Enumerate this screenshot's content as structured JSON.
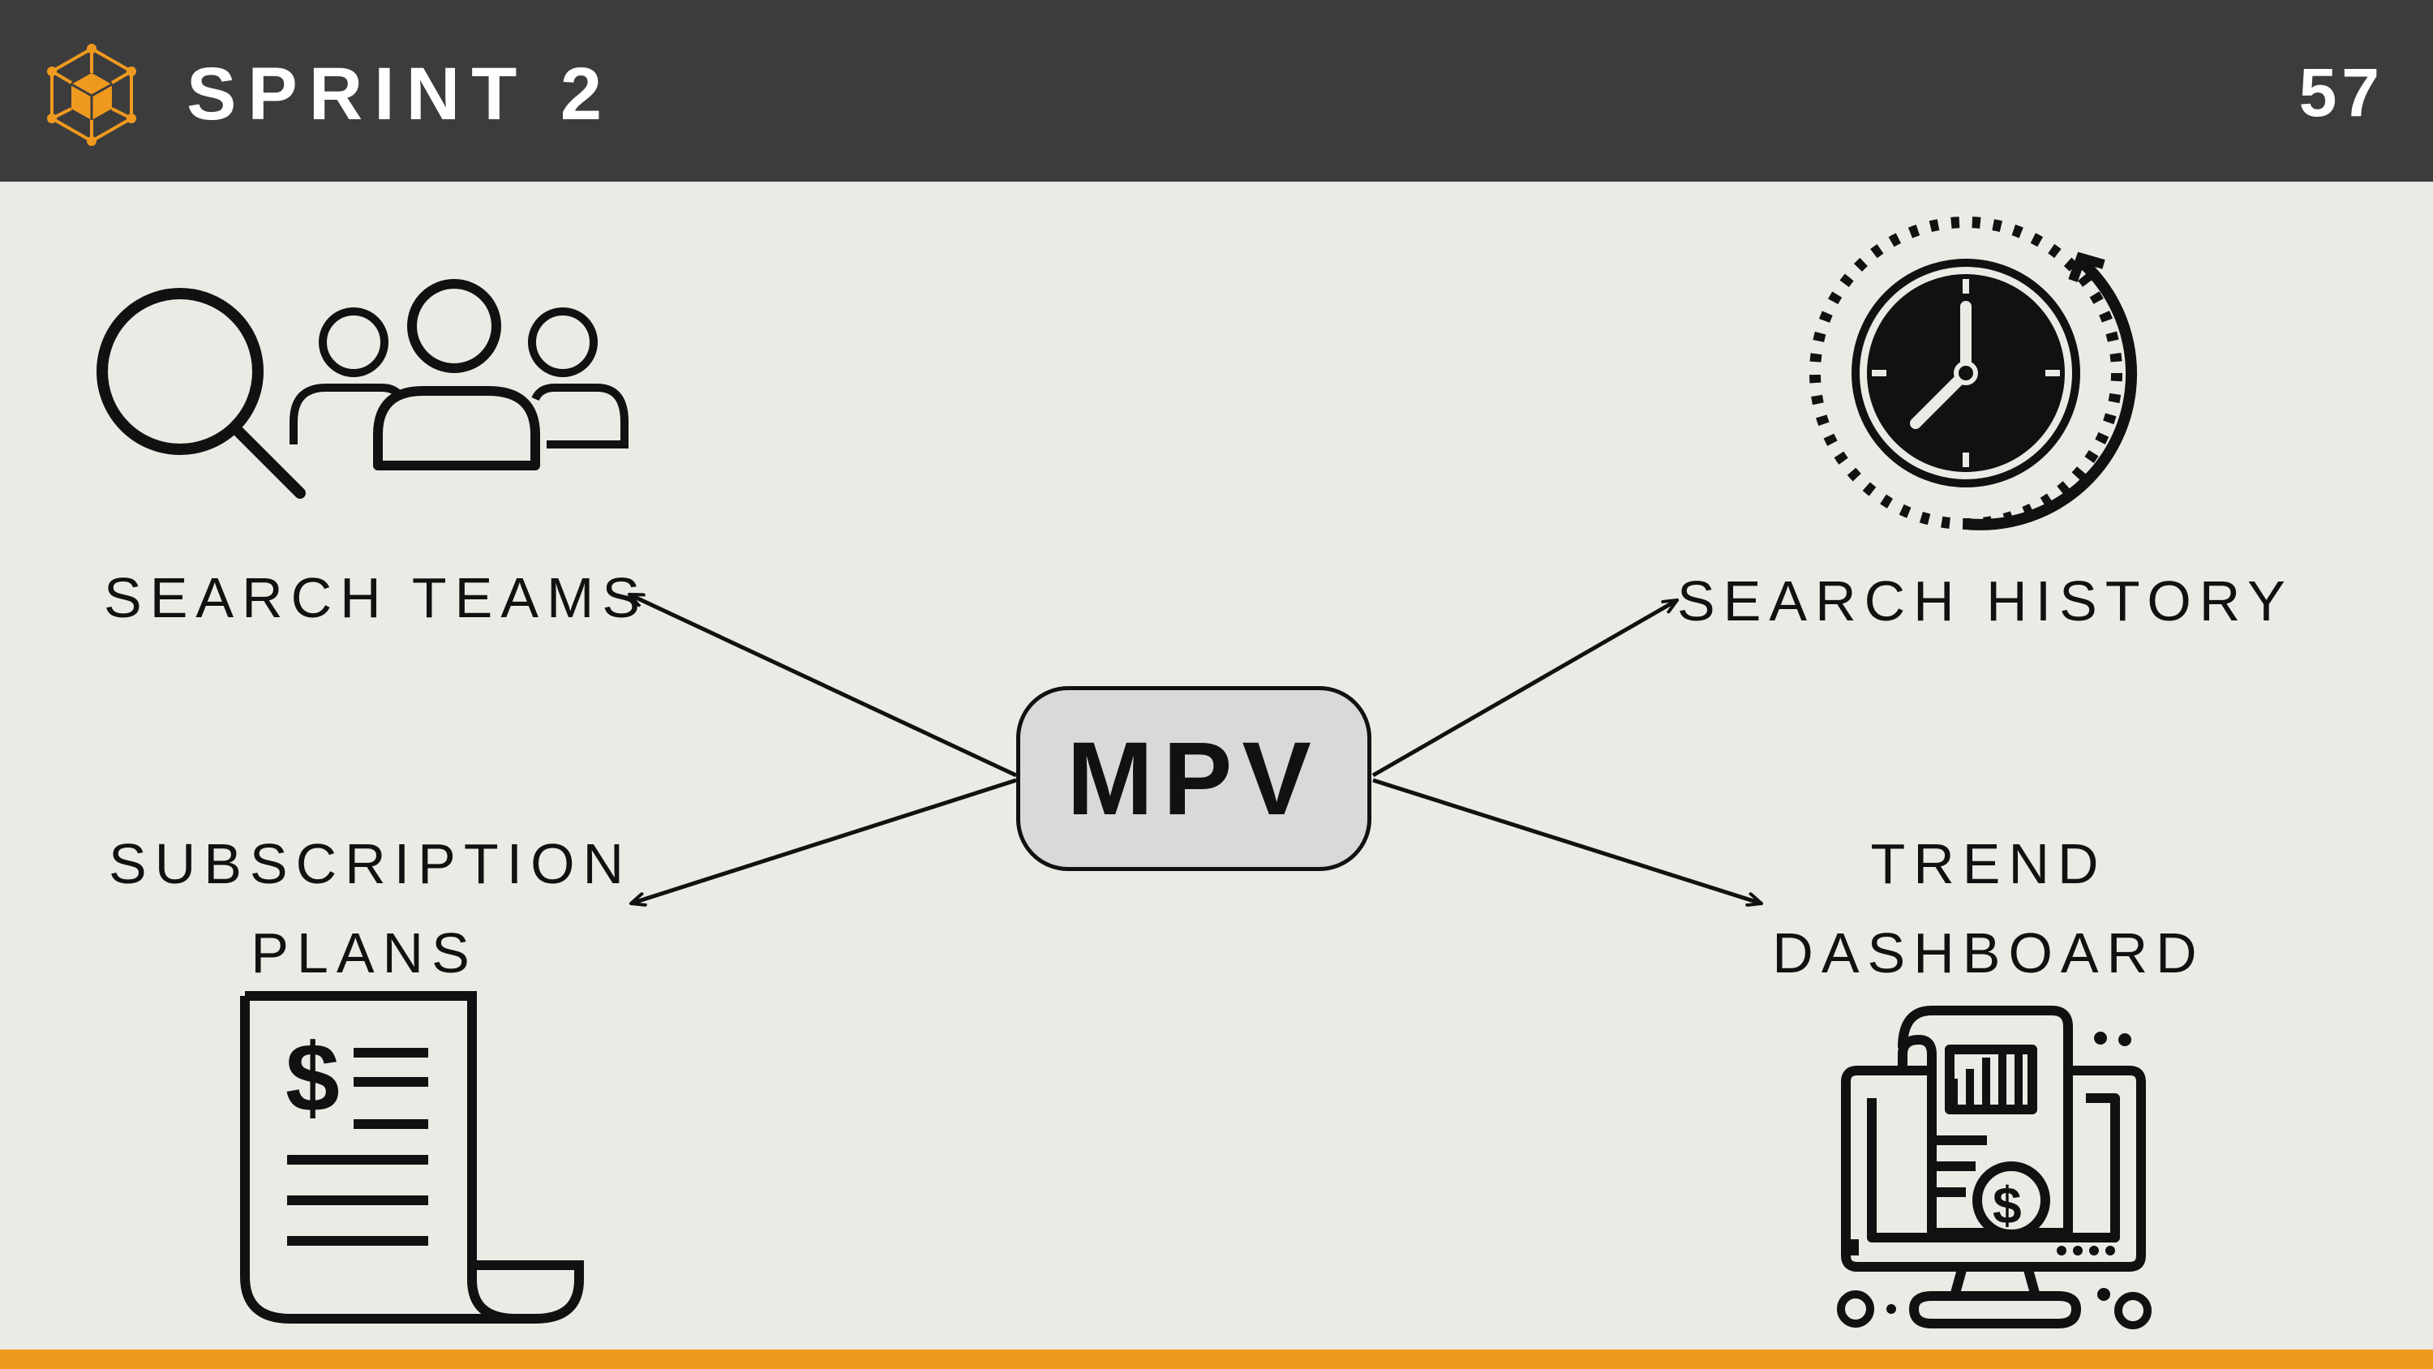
{
  "header": {
    "title": "SPRINT 2",
    "page_number": "57"
  },
  "center_node": {
    "label": "MPV"
  },
  "branches": [
    {
      "label": "SEARCH TEAMS",
      "icon": "search-teams-icon"
    },
    {
      "label": "SEARCH HISTORY",
      "icon": "history-clock-icon"
    },
    {
      "label_lines": [
        "SUBSCRIPTION",
        "PLANS"
      ],
      "icon": "invoice-icon"
    },
    {
      "label_lines": [
        "TREND",
        "DASHBOARD"
      ],
      "icon": "dashboard-icon"
    }
  ],
  "colors": {
    "header_bg": "#3c3c3c",
    "background": "#eceae5",
    "accent": "#ef9a1f",
    "node_fill": "#d9d9d9"
  }
}
